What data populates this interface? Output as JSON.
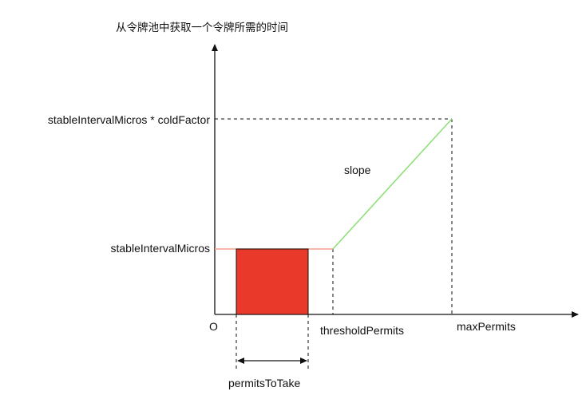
{
  "title": "从令牌池中获取一个令牌所需的时间",
  "origin_label": "O",
  "y_labels": {
    "cold": "stableIntervalMicros * coldFactor",
    "stable": "stableIntervalMicros"
  },
  "x_labels": {
    "threshold": "thresholdPermits",
    "max": "maxPermits"
  },
  "slope_label": "slope",
  "span_label": "permitsToTake",
  "colors": {
    "axis": "#111111",
    "stable_line": "#f4a08a",
    "slope_line": "#8ee07a",
    "take_block": "#e8392a",
    "guides": "#111111"
  }
}
